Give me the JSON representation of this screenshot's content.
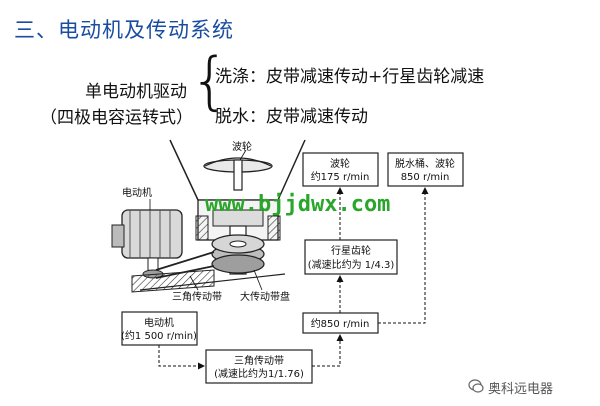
{
  "heading": "三、电动机及传动系统",
  "drive": {
    "motor_label": "单电动机驱动",
    "motor_sub": "（四极电容运转式）",
    "wash_line": "洗涤：皮带减速传动+行星齿轮减速",
    "spin_line": "脱水：皮带减速传动"
  },
  "figure": {
    "pulsator_label": "波轮",
    "motor_label": "电动机",
    "belt_label": "三角传动带",
    "big_pulley_label": "大传动带盘",
    "watermark": "www.bjjdwx.com"
  },
  "flow": {
    "pulsator_box": [
      "波轮",
      "约175 r/min"
    ],
    "spin_box": [
      "脱水桶、波轮",
      "850 r/min"
    ],
    "planetary_box": [
      "行星齿轮",
      "(减速比约为 1/4.3)"
    ],
    "speed_box": [
      "约850 r/min"
    ],
    "motor_box": [
      "电动机",
      "(约1 500 r/min)"
    ],
    "belt_box": [
      "三角传动带",
      "(减速比约为1/1.76)"
    ]
  },
  "brand": "奥科远电器",
  "colors": {
    "heading": "#1a4da1",
    "watermark": "#2aa62a"
  }
}
